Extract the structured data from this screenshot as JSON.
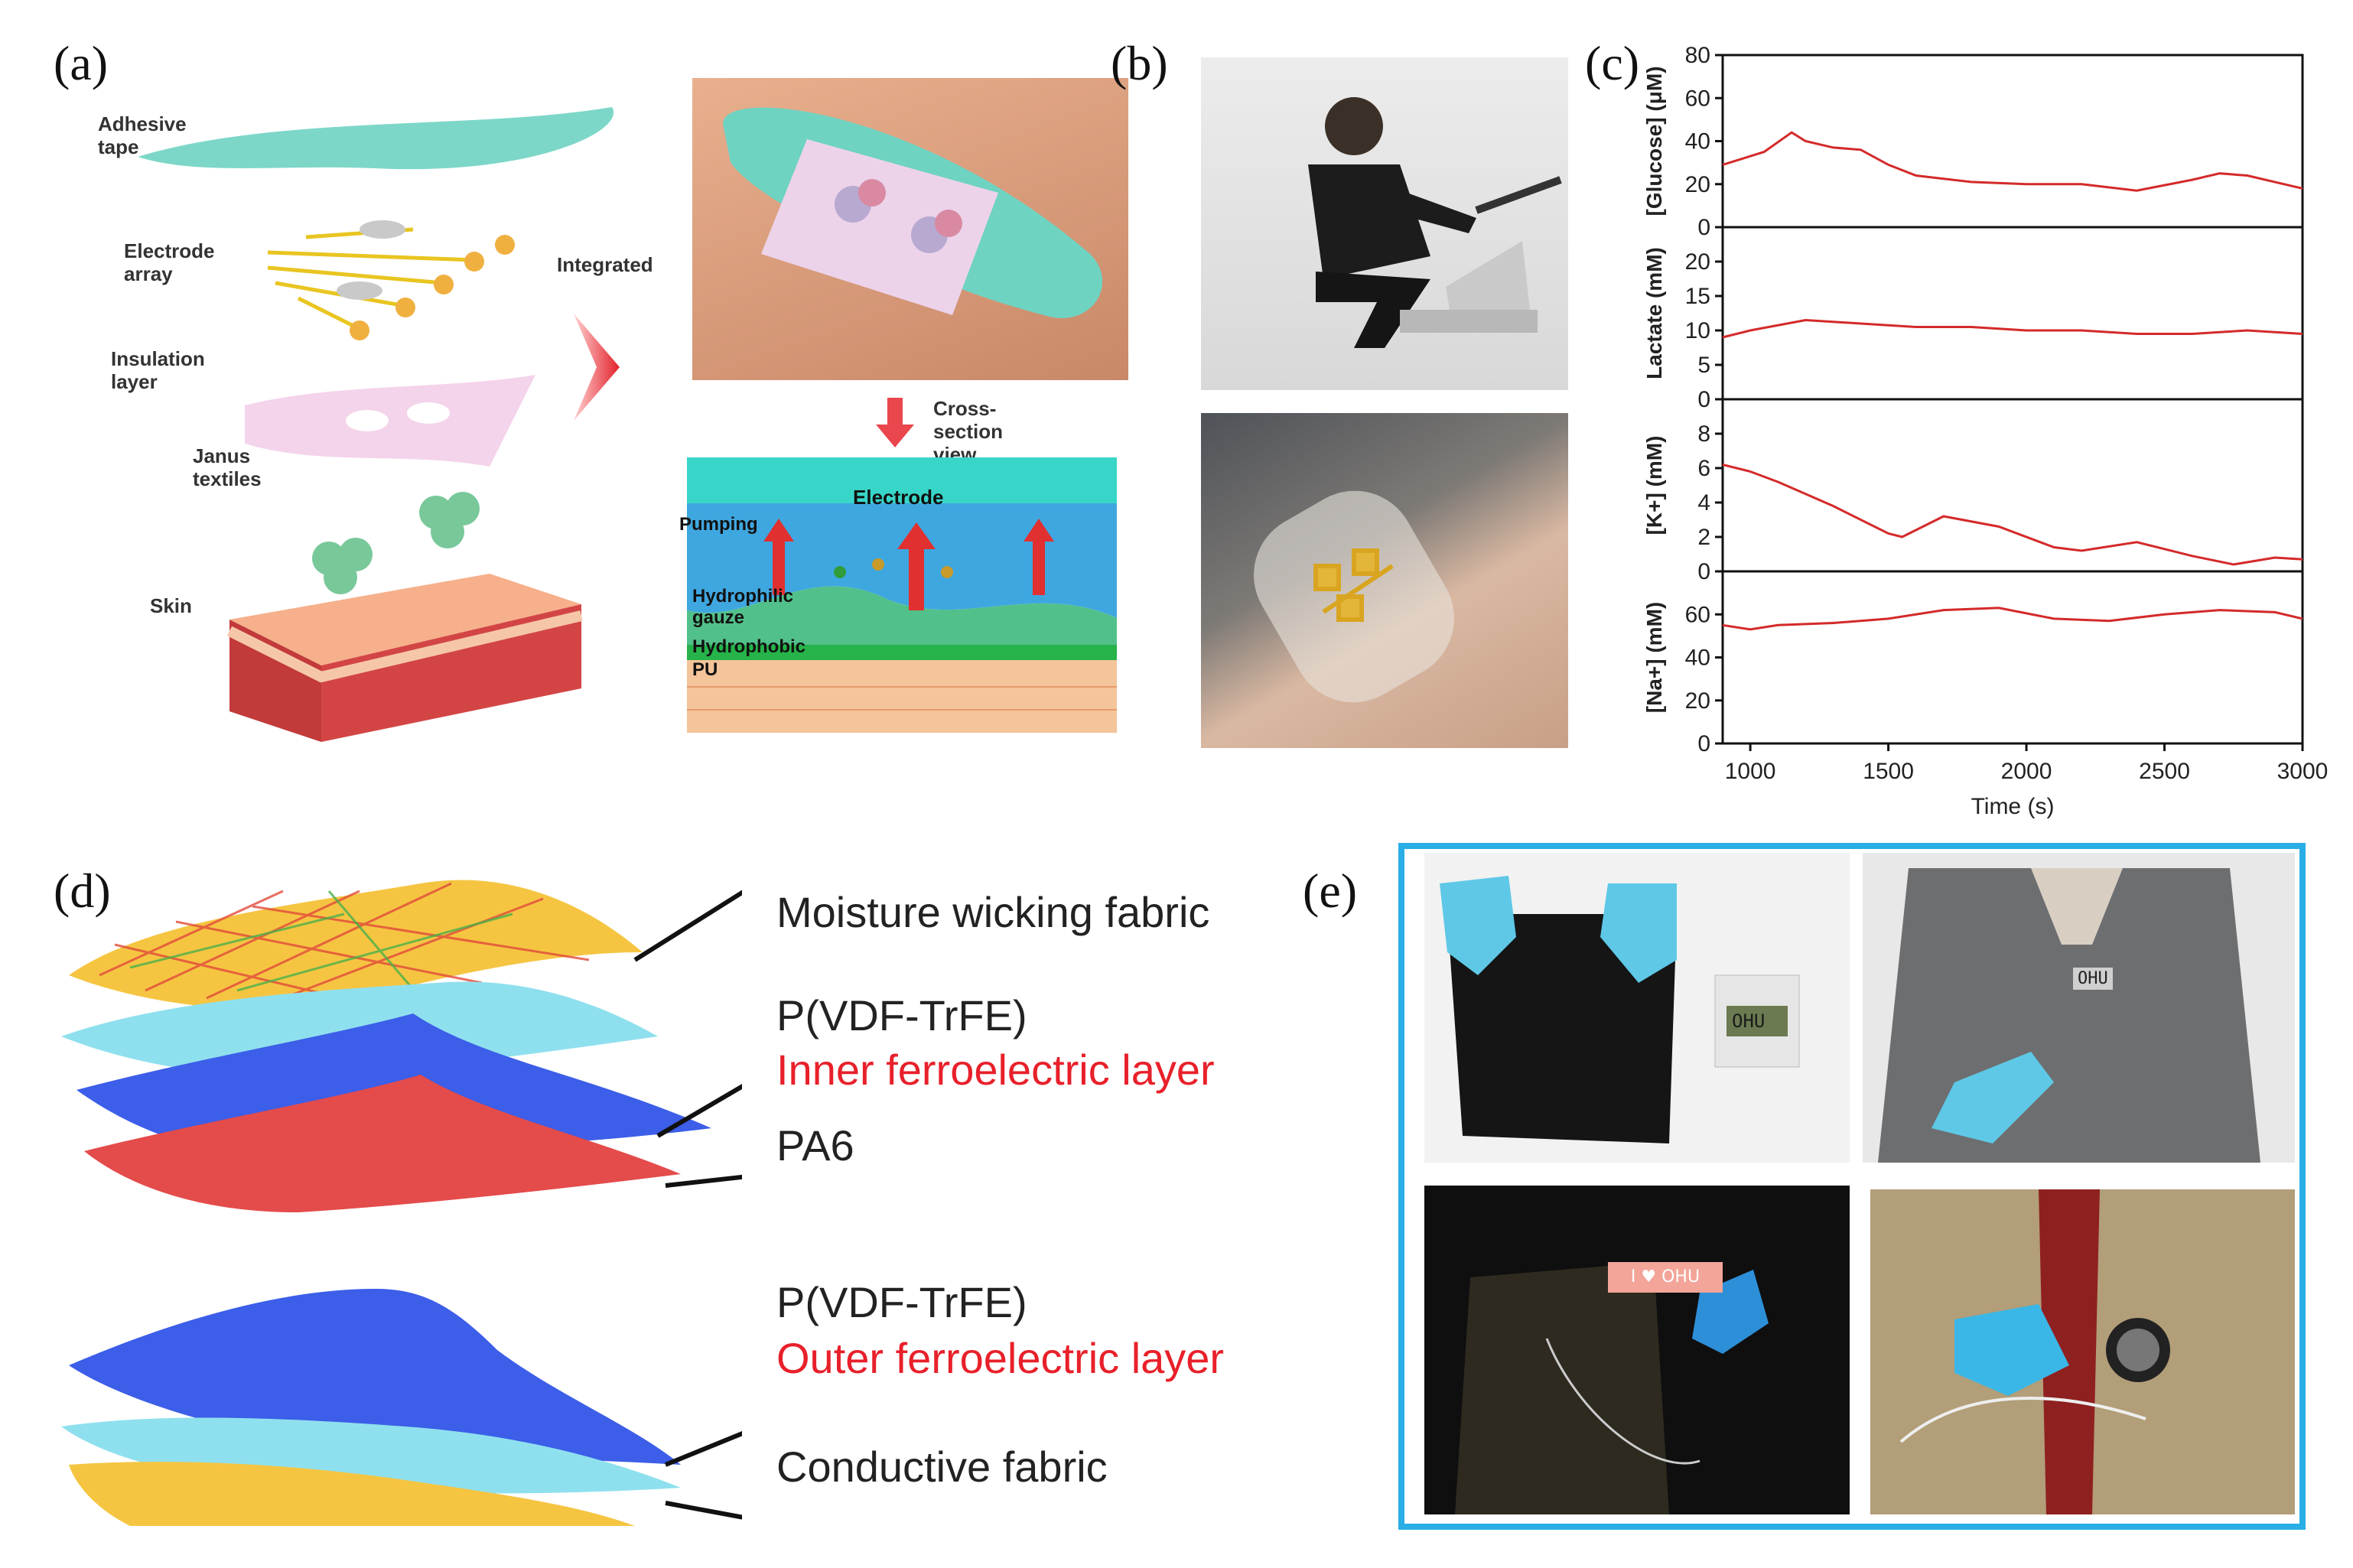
{
  "panels": {
    "a": {
      "label": "(a)",
      "layers": [
        "Adhesive tape",
        "Electrode array",
        "Insulation layer",
        "Janus textiles",
        "Skin"
      ],
      "integrated": "Integrated",
      "cross_section": "Cross-section view",
      "cs_labels": {
        "electrode": "Electrode",
        "pumping": "Pumping",
        "hydrophilic": "Hydrophilic gauze",
        "hydrophobic": "Hydrophobic",
        "pu": "PU"
      }
    },
    "b": {
      "label": "(b)"
    },
    "c": {
      "label": "(c)"
    },
    "d": {
      "label": "(d)",
      "layers": {
        "moisture": "Moisture wicking fabric",
        "pvdf1": "P(VDF-TrFE)",
        "inner": "Inner ferroelectric layer",
        "pa6": "PA6",
        "pvdf2": "P(VDF-TrFE)",
        "outer": "Outer ferroelectric layer",
        "conductive": "Conductive fabric"
      }
    },
    "e": {
      "label": "(e)",
      "display_text": [
        "OHU",
        "OHU",
        "I ♥ OHU"
      ]
    }
  },
  "colors": {
    "accent_red": "#e8202a",
    "frame_blue": "#29aee6",
    "curve_red": "#d42a2a"
  },
  "chart_data": {
    "type": "line",
    "xlabel": "Time (s)",
    "xlim": [
      900,
      3000
    ],
    "xticks": [
      1000,
      1500,
      2000,
      2500,
      3000
    ],
    "subplots": [
      {
        "ylabel": "[Glucose] (μM)",
        "ylim": [
          0,
          80
        ],
        "yticks": [
          0,
          20,
          40,
          60,
          80
        ],
        "x": [
          900,
          1050,
          1150,
          1200,
          1300,
          1400,
          1500,
          1600,
          1800,
          2000,
          2200,
          2400,
          2600,
          2700,
          2800,
          3000
        ],
        "y": [
          29,
          35,
          44,
          40,
          37,
          36,
          29,
          24,
          21,
          20,
          20,
          17,
          22,
          25,
          24,
          18
        ]
      },
      {
        "ylabel": "Lactate (mM)",
        "ylim": [
          0,
          25
        ],
        "yticks": [
          0,
          5,
          10,
          15,
          20,
          25
        ],
        "x": [
          900,
          1000,
          1200,
          1400,
          1600,
          1800,
          2000,
          2200,
          2400,
          2600,
          2800,
          3000
        ],
        "y": [
          9,
          10,
          11.5,
          11,
          10.5,
          10.5,
          10,
          10,
          9.5,
          9.5,
          10,
          9.5
        ]
      },
      {
        "ylabel": "[K+] (mM)",
        "ylim": [
          0,
          10
        ],
        "yticks": [
          0,
          2,
          4,
          6,
          8,
          10
        ],
        "x": [
          900,
          1000,
          1100,
          1300,
          1500,
          1550,
          1700,
          1900,
          2100,
          2200,
          2400,
          2600,
          2750,
          2900,
          3000
        ],
        "y": [
          6.2,
          5.8,
          5.2,
          3.8,
          2.2,
          2.0,
          3.2,
          2.6,
          1.4,
          1.2,
          1.7,
          0.9,
          0.4,
          0.8,
          0.7
        ]
      },
      {
        "ylabel": "[Na+] (mM)",
        "ylim": [
          0,
          80
        ],
        "yticks": [
          0,
          20,
          40,
          60,
          80
        ],
        "x": [
          900,
          1000,
          1100,
          1300,
          1500,
          1700,
          1900,
          2100,
          2300,
          2500,
          2700,
          2900,
          3000
        ],
        "y": [
          55,
          53,
          55,
          56,
          58,
          62,
          63,
          58,
          57,
          60,
          62,
          61,
          58
        ]
      }
    ]
  }
}
